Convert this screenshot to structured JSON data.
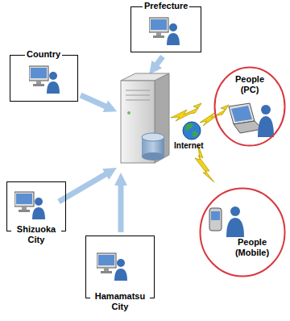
{
  "diagram": {
    "nodes": [
      {
        "text": [
          "Country"
        ]
      },
      {
        "text": [
          "Prefecture"
        ]
      },
      {
        "text": [
          "Shizuoka City"
        ]
      },
      {
        "text": [
          "Hamamatsu City"
        ]
      },
      {
        "text": [
          "People (PC)"
        ]
      },
      {
        "text": [
          "People (Mobile)"
        ]
      }
    ],
    "labels": [
      "Internet"
    ]
  }
}
